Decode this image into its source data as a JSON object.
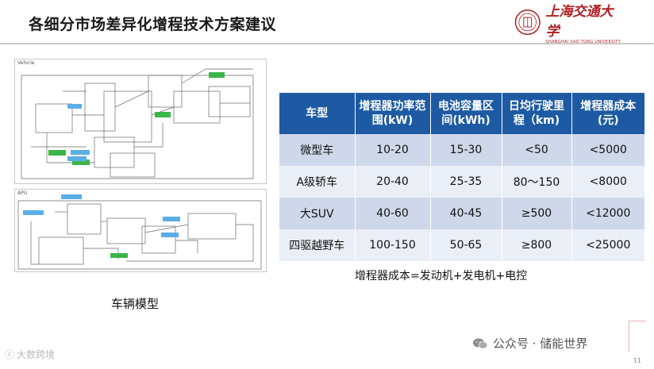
{
  "slide": {
    "title": "各细分市场差异化增程技术方案建议",
    "page_number": "11"
  },
  "logo": {
    "name_cn": "上海交通大学",
    "name_en": "SHANGHAI JIAO TONG UNIVERSITY"
  },
  "models": {
    "vehicle_label": "Vehicle",
    "apu_label": "APU",
    "caption": "车辆模型"
  },
  "table": {
    "headers": [
      "车型",
      "增程器功率范围(kW)",
      "电池容量区间(kWh)",
      "日均行驶里程（km)",
      "增程器成本(元)"
    ],
    "rows": [
      [
        "微型车",
        "10-20",
        "15-30",
        "<50",
        "<5000"
      ],
      [
        "A级轿车",
        "20-40",
        "25-35",
        "80～150",
        "<8000"
      ],
      [
        "大SUV",
        "40-60",
        "40-45",
        "≥500",
        "<12000"
      ],
      [
        "四驱越野车",
        "100-150",
        "50-65",
        "≥800",
        "<25000"
      ]
    ]
  },
  "note": "增程器成本=发动机+发电机+电控",
  "watermark": {
    "text": "公众号 · 储能世界",
    "icon": "wechat-icon"
  },
  "corner_mark": "大数跨境",
  "colors": {
    "header_blue": "#1d5aa3",
    "row_dark": "#cfd8ea",
    "row_light": "#eaeef6",
    "logo_red": "#b01e23"
  }
}
